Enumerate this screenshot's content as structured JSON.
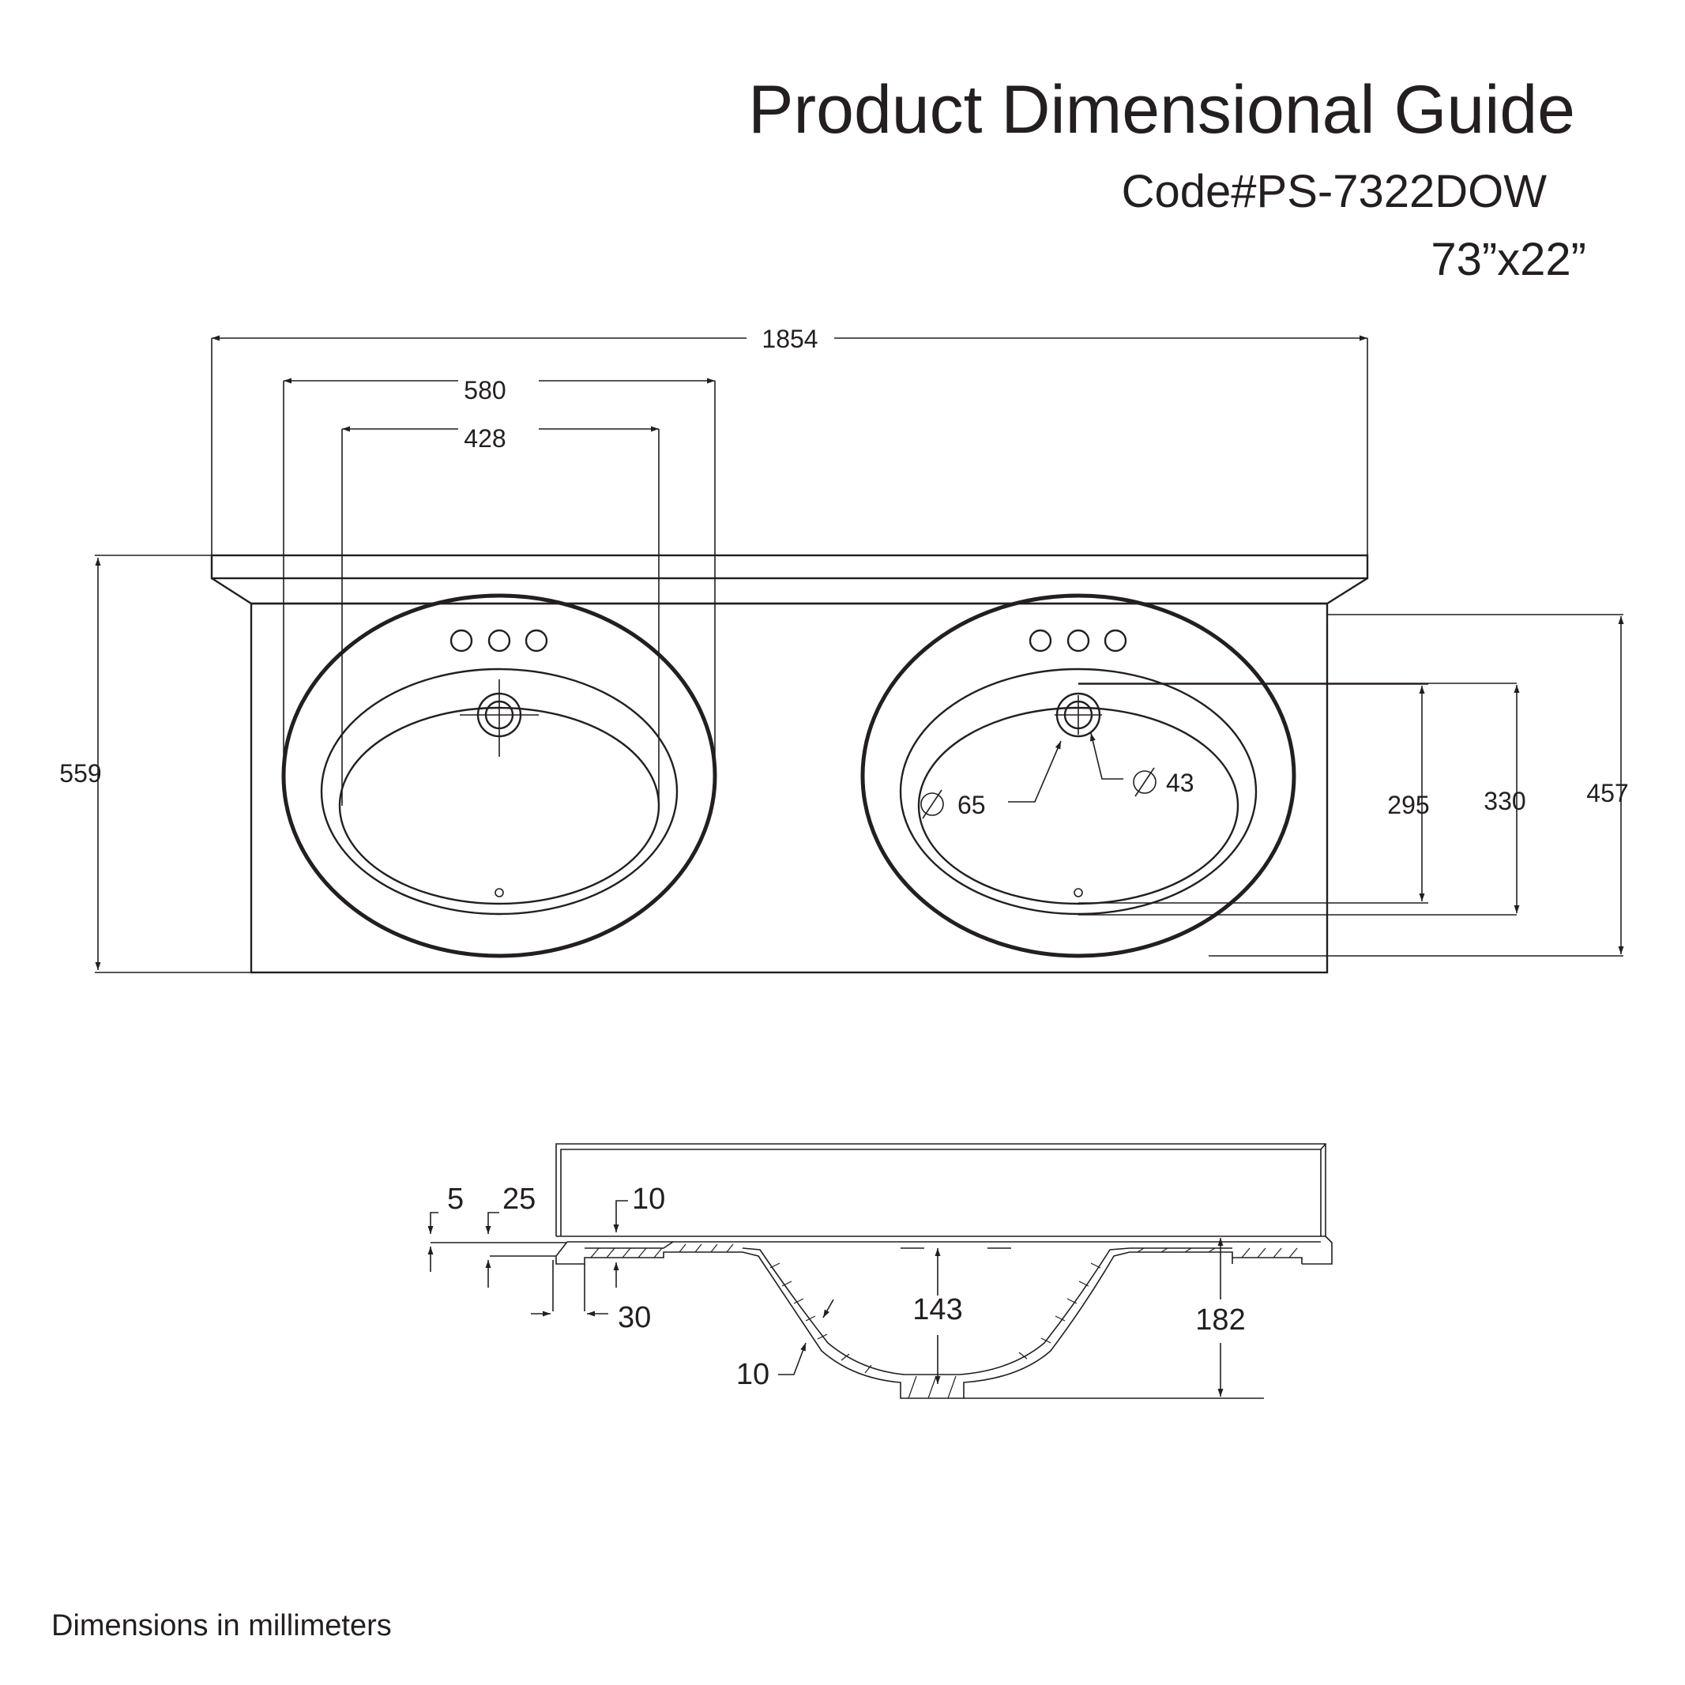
{
  "header": {
    "title": "Product Dimensional Guide",
    "code": "Code#PS-7322DOW",
    "size": "73”x22”"
  },
  "footer": {
    "note": "Dimensions in millimeters"
  },
  "plan_view": {
    "overall_width": "1854",
    "basin_outer_width": "580",
    "basin_inner_width": "428",
    "overall_depth": "559",
    "drain_outer_diameter": "65",
    "drain_inner_diameter": "43",
    "basin_inner_depth": "295",
    "basin_outer_depth": "330",
    "counter_depth": "457"
  },
  "section_view": {
    "lip_offset": "5",
    "deck_thickness": "25",
    "wall_top": "10",
    "edge_setback": "30",
    "bowl_depth": "143",
    "wall_thickness": "10",
    "total_height": "182"
  }
}
